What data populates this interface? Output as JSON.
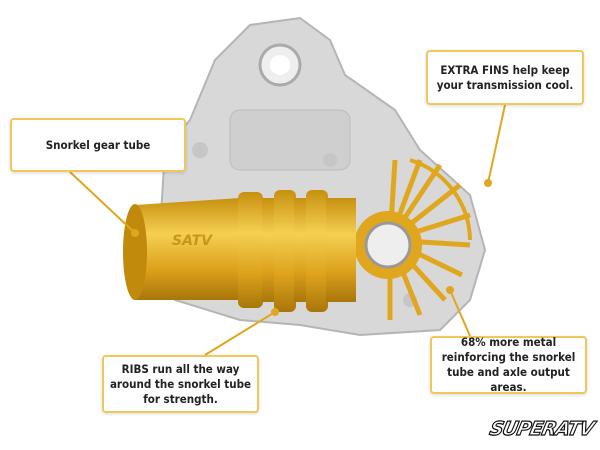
{
  "callouts": {
    "snorkel": "Snorkel gear tube",
    "fins": "EXTRA FINS help keep your transmission cool.",
    "ribs": "RIBS run all the way around the snorkel tube for strength.",
    "metal": "68% more metal reinforcing the snorkel tube and axle output areas."
  },
  "brand": {
    "logo_text": "SUPERATV"
  },
  "colors": {
    "gold": "#e0a71e",
    "casing": "#d6d6d6",
    "callout_border": "#f0c75a"
  }
}
